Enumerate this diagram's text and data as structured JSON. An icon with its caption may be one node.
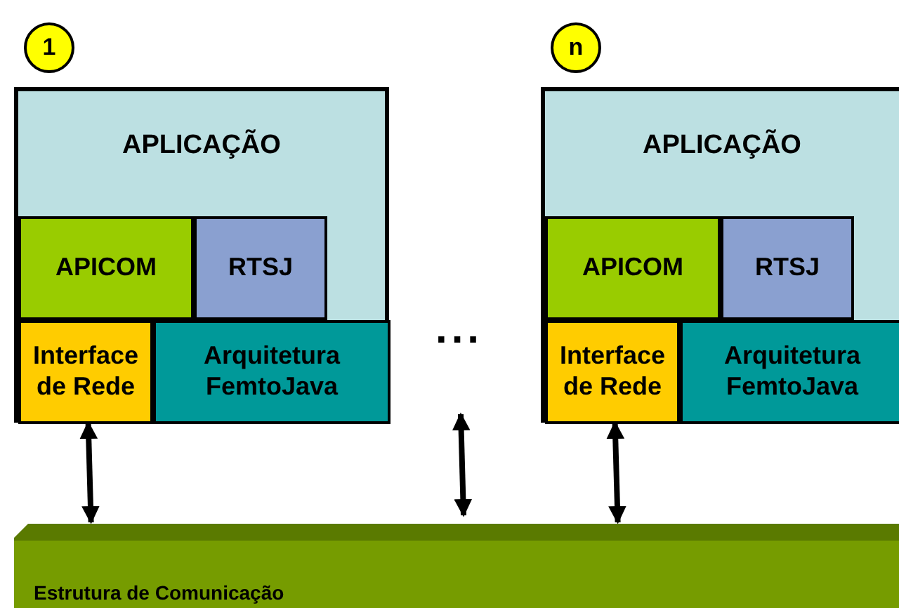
{
  "diagram": {
    "nodes": [
      {
        "text": [
          "1"
        ]
      },
      {
        "text": [
          "APLICAÇÃO"
        ]
      },
      {
        "text": [
          "APICOM"
        ],
        "in": 1
      },
      {
        "text": [
          "RTSJ"
        ],
        "in": 1
      },
      {
        "text": [
          "Interface de Rede"
        ],
        "in": 1
      },
      {
        "text": [
          "Arquitetura FemtoJava"
        ],
        "in": 1
      },
      {
        "text": [
          "n"
        ]
      },
      {
        "text": [
          "APLICAÇÃO"
        ]
      },
      {
        "text": [
          "APICOM"
        ],
        "in": 7
      },
      {
        "text": [
          "RTSJ"
        ],
        "in": 7
      },
      {
        "text": [
          "Interface de Rede"
        ],
        "in": 7
      },
      {
        "text": [
          "Arquitetura FemtoJava"
        ],
        "in": 7
      },
      {
        "text": [
          "Estrutura de Comunicação"
        ]
      }
    ],
    "edges": [
      {
        "from": 4,
        "to": 12,
        "arrow": "both"
      },
      {
        "from": null,
        "to": 12,
        "arrow": "both"
      },
      {
        "from": 10,
        "to": 12,
        "arrow": "both"
      }
    ],
    "labels": [
      "..."
    ]
  }
}
